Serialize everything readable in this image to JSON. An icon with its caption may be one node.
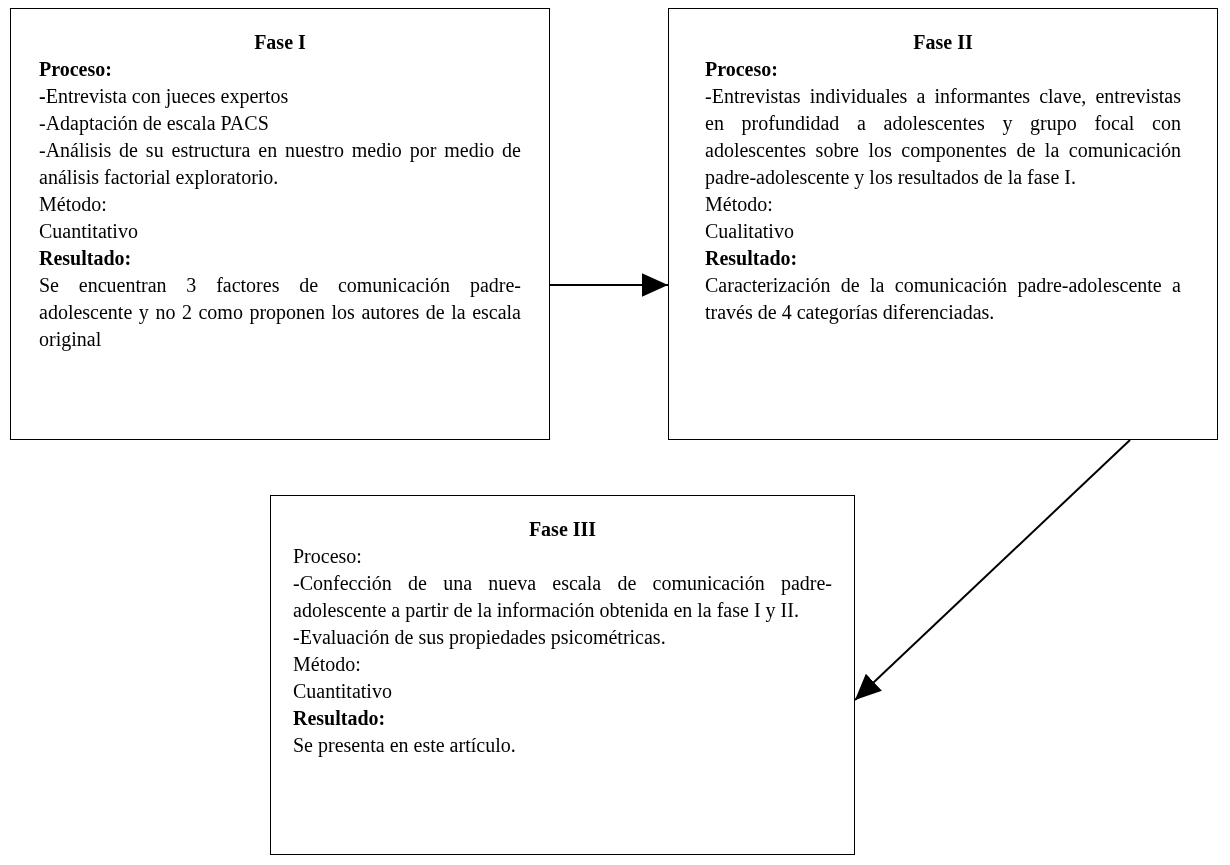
{
  "diagram": {
    "nodes": [
      {
        "text": [
          "Fase I",
          "Proceso:",
          "**-**Entrevista con jueces expertos",
          "-Adaptación de escala PACS",
          "-Análisis de su estructura en nuestro medio por medio de análisis factorial exploratorio.",
          "Método:",
          "Cuantitativo",
          "Resultado:",
          "Se encuentran 3 factores de comunicación padre-adolescente y no 2 como proponen los autores de la escala original"
        ]
      },
      {
        "text": [
          "Fase II",
          "Proceso:",
          "-Entrevistas individuales a informantes clave, entrevistas en profundidad a adolescentes y grupo focal con adolescentes sobre los componentes de la comunicación padre-adolescente y los resultados de la fase I.",
          "Método:",
          "Cualitativo",
          "Resultado:",
          "Caracterización de la comunicación padre-adolescente a través de 4 categorías diferenciadas."
        ]
      },
      {
        "text": [
          "Fase III",
          "Proceso:",
          "-Confección de una nueva escala de comunicación padre-adolescente a partir de la información obtenida en la fase I y II.",
          "-Evaluación de sus propiedades psicométricas.",
          "Método:",
          "Cuantitativo",
          "Resultado:",
          "Se presenta en este artículo."
        ]
      }
    ],
    "edges": [
      {
        "from": 0,
        "to": 1,
        "arrow": "to"
      },
      {
        "from": 1,
        "to": 2,
        "arrow": "to"
      }
    ]
  }
}
